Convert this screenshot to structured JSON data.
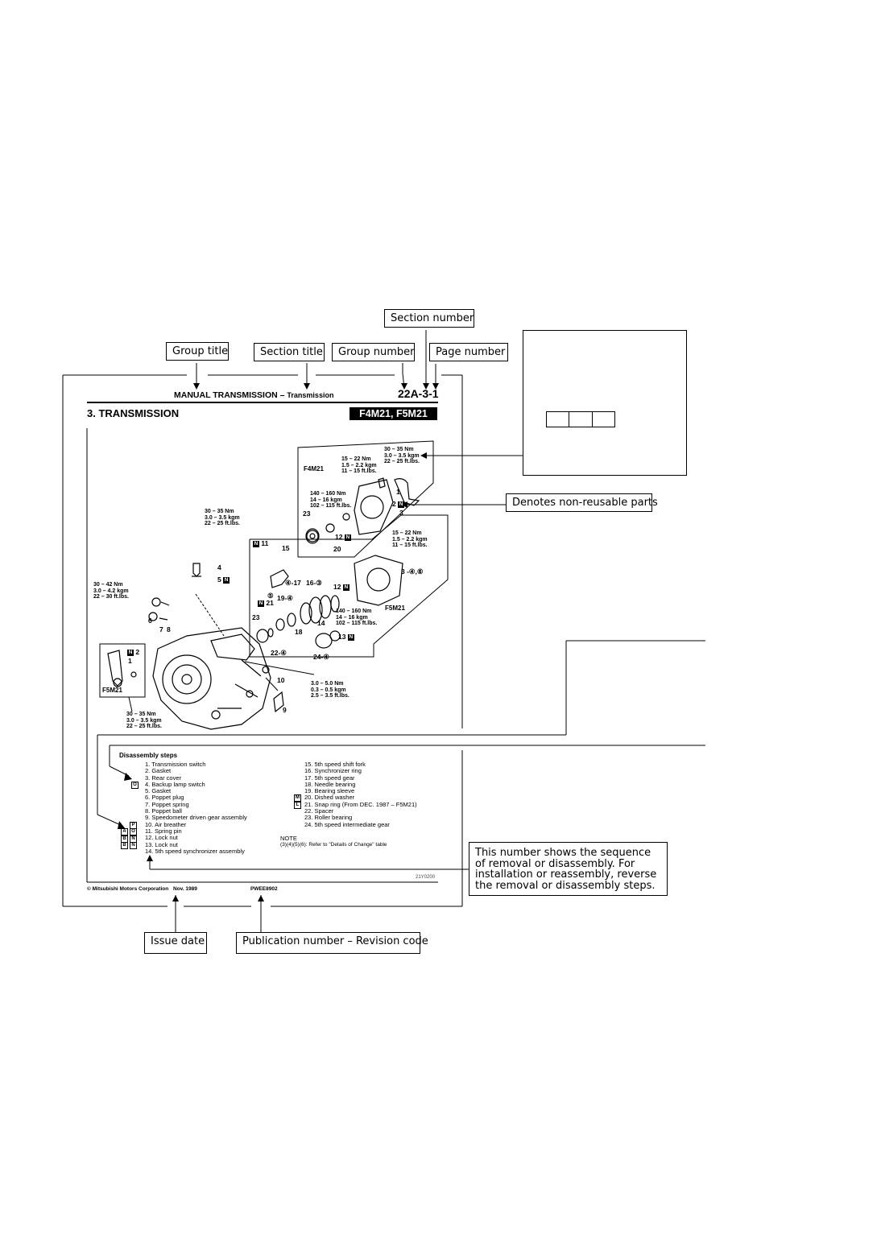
{
  "callouts": {
    "section_number": "Section number",
    "group_title": "Group title",
    "section_title": "Section title",
    "group_number": "Group number",
    "page_number": "Page number",
    "non_reusable": "Denotes non-reusable parts",
    "sequence_note": "This number shows the sequence of removal or disassembly. For installation or reassembly, reverse the removal or disassembly steps.",
    "issue_date": "Issue date",
    "publication_number": "Publication number – Revision code"
  },
  "page": {
    "header_title": "MANUAL TRANSMISSION",
    "header_dash": "–",
    "header_sub": "Transmission",
    "page_code": "22A-3-1",
    "section_heading": "3. TRANSMISSION",
    "model_badge": "F4M21, F5M21",
    "footer_copyright": "© Mitsubishi Motors Corporation",
    "footer_date": "Nov. 1989",
    "footer_pub": "PWEE8902",
    "figure_code": "21Y0200"
  },
  "diagram": {
    "f4m21": "F4M21",
    "f5m21_a": "F5M21",
    "f5m21_b": "F5M21",
    "torque_top": "30 – 35 Nm\n3.0 – 3.5 kgm\n22 – 25 ft.lbs.",
    "torque_cover": "15 – 22 Nm\n1.5 – 2.2 kgm\n11 – 15 ft.lbs.",
    "torque_nut_a": "140 – 160 Nm\n14 – 16 kgm\n102 – 115 ft.lbs.",
    "torque_cover_b": "15 – 22 Nm\n1.5 – 2.2 kgm\n11 – 15 ft.lbs.",
    "torque_switch": "30 – 35 Nm\n3.0 – 3.5 kgm\n22 – 25 ft.lbs.",
    "torque_plug": "30 – 42 Nm\n3.0 – 4.2 kgm\n22 – 30 ft.lbs.",
    "torque_nut_b": "140 – 160 Nm\n14 – 16 kgm\n102 – 115 ft.lbs.",
    "torque_speedo": "3.0 – 5.0 Nm\n0.3 – 0.5 kgm\n2.5 – 3.5 ft.lbs.",
    "torque_lever": "30 – 35 Nm\n3.0 – 3.5 kgm\n22 – 25 ft.lbs."
  },
  "steps": {
    "title": "Disassembly steps",
    "left": [
      "1. Transmission switch",
      "2. Gasket",
      "3. Rear cover",
      "4. Backup lamp switch",
      "5. Gasket",
      "6. Poppet plug",
      "7. Poppet spring",
      "8. Poppet ball",
      "9. Speedometer driven gear assembly",
      "10. Air breather",
      "11. Spring pin",
      "12. Lock nut",
      "13. Lock nut",
      "14. 5th speed synchronizer assembly"
    ],
    "right": [
      "15. 5th speed shift fork",
      "16. Synchronizer ring",
      "17. 5th speed gear",
      "18. Needle bearing",
      "19. Bearing sleeve",
      "20. Dished washer",
      "21. Snap ring (From DEC. 1987 – F5M21)",
      "22. Spacer",
      "23. Roller bearing",
      "24. 5th speed intermediate gear"
    ],
    "note_title": "NOTE",
    "note_text": "(3)(4)(5)(6): Refer to \"Details of Change\" table"
  },
  "colors": {
    "ink": "#000000",
    "paper": "#ffffff"
  }
}
